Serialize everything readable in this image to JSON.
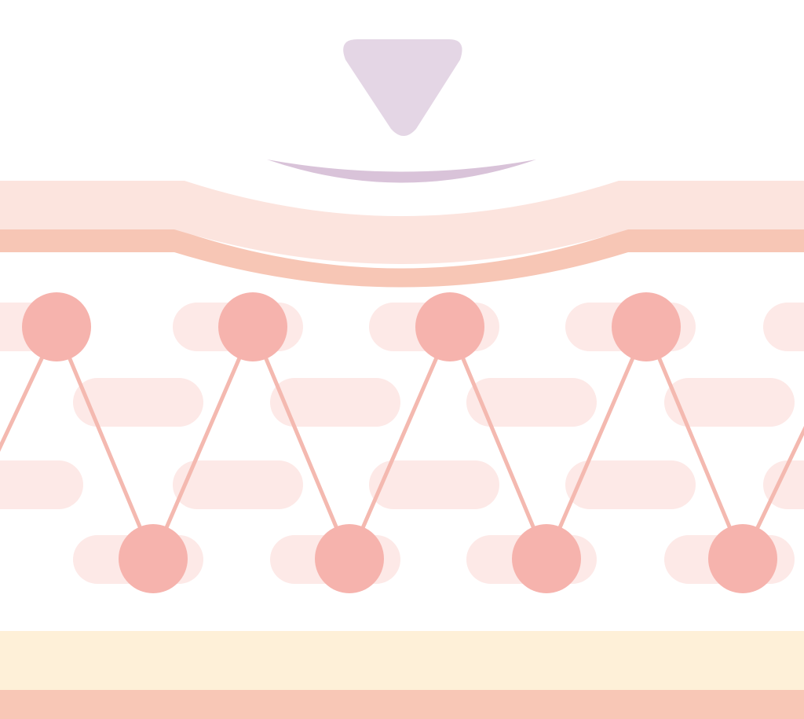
{
  "colors": {
    "background": "#ffffff",
    "applicator": "#e4d6e5",
    "wave": "#d9c3d9",
    "skin_top": "#fce4de",
    "skin_mid": "#f7c6b5",
    "node": "#f6b3ad",
    "link": "#f4b9b0",
    "fiber": "#fde9e7",
    "fat_layer": "#fef0d8",
    "base_layer": "#f8c7b6"
  },
  "icons": {
    "applicator": "triangle-down-icon",
    "energy_wave": "arc-wave-icon",
    "collagen_node": "circle-node-icon"
  },
  "structure": {
    "top_nodes": 4,
    "bottom_nodes": 4,
    "fiber_rows": 4
  }
}
